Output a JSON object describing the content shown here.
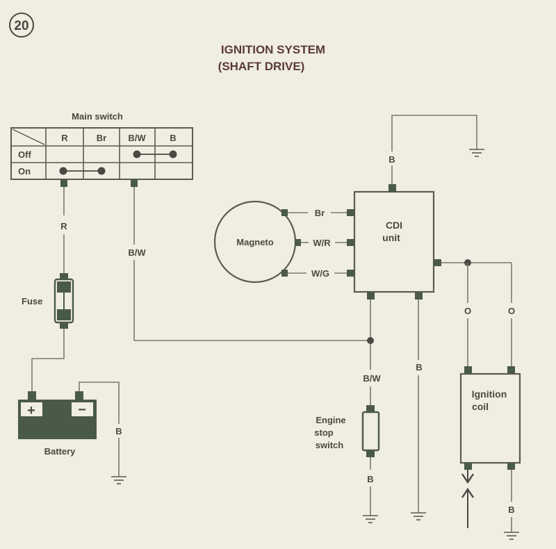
{
  "figure_number": "20",
  "title_line1": "IGNITION SYSTEM",
  "title_line2": "(SHAFT DRIVE)",
  "main_switch": {
    "label": "Main switch",
    "columns": [
      "R",
      "Br",
      "B/W",
      "B"
    ],
    "rows": [
      "Off",
      "On"
    ]
  },
  "components": {
    "magneto": "Magneto",
    "cdi_line1": "CDI",
    "cdi_line2": "unit",
    "fuse": "Fuse",
    "battery": "Battery",
    "battery_plus": "+",
    "battery_minus": "−",
    "engine_stop_line1": "Engine",
    "engine_stop_line2": "stop",
    "engine_stop_line3": "switch",
    "ignition_coil_line1": "Ignition",
    "ignition_coil_line2": "coil"
  },
  "wires": {
    "r": "R",
    "bw_left": "B/W",
    "b_top": "B",
    "br": "Br",
    "wr": "W/R",
    "wg": "W/G",
    "bw_stop": "B/W",
    "b_cdi": "B",
    "o_left": "O",
    "o_right": "O",
    "b_battery": "B",
    "b_stop": "B",
    "b_coil": "B"
  }
}
